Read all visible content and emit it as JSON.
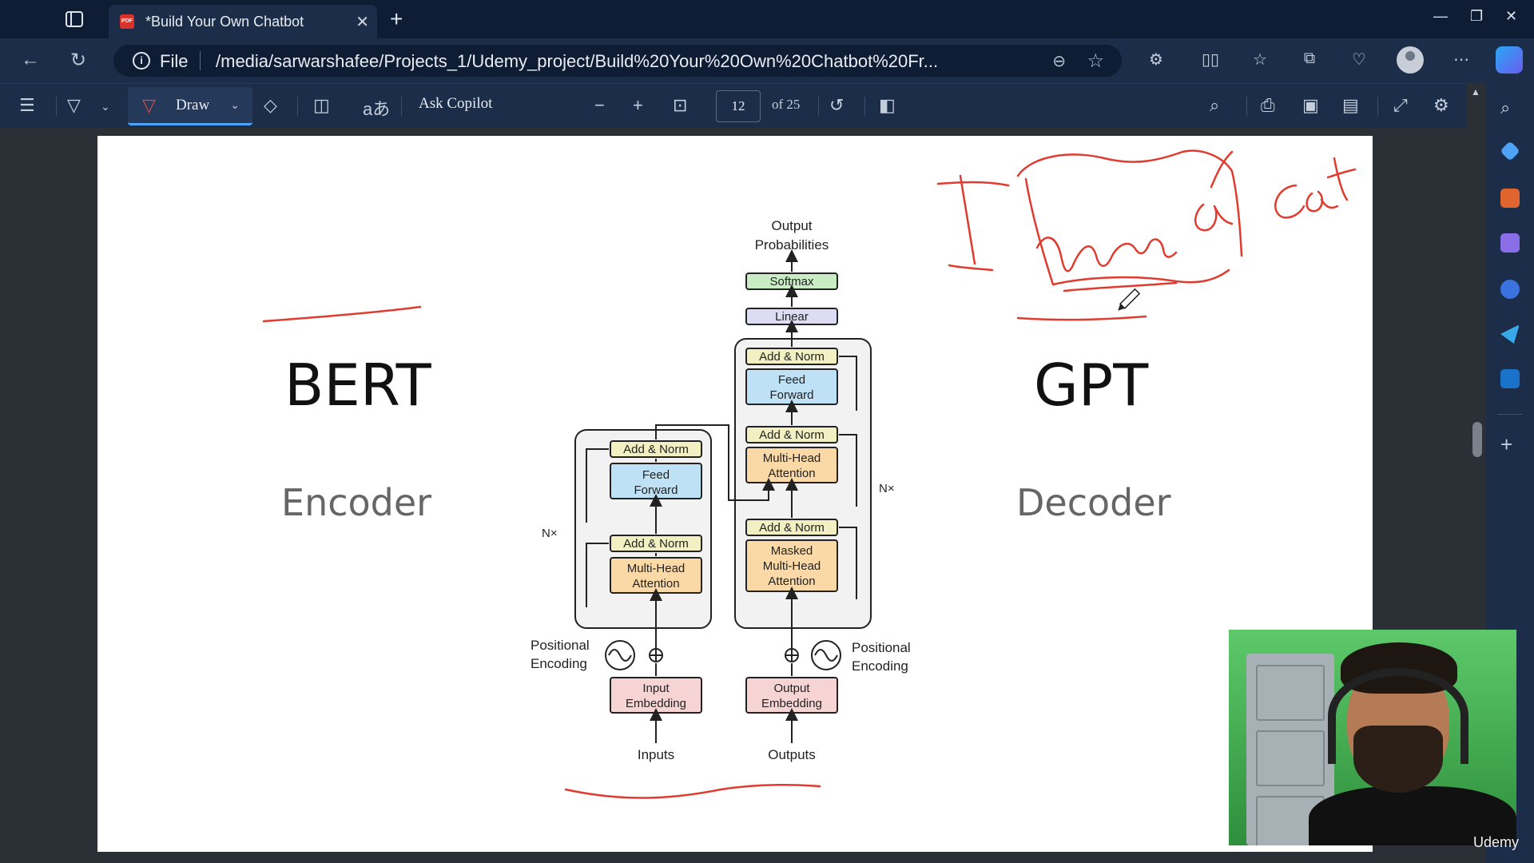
{
  "browser": {
    "tab_title": "*Build Your Own Chatbot",
    "tab_icon": "pdf-icon",
    "address_scheme": "File",
    "address_path": "/media/sarwarshafee/Projects_1/Udemy_project/Build%20Your%20Own%20Chatbot%20Fr..."
  },
  "pdf_toolbar": {
    "draw_label": "Draw",
    "ask_copilot_label": "Ask Copilot",
    "page_current": "12",
    "page_total": "of 25",
    "accent_color": "#4ea3f7",
    "pen_color": "#e04a3f"
  },
  "slide": {
    "left_title": "BERT",
    "left_subtitle": "Encoder",
    "right_title": "GPT",
    "right_subtitle": "Decoder",
    "annotation_ink_color": "#e03b2e"
  },
  "diagram": {
    "output_probabilities": "Output",
    "output_probabilities_2": "Probabilities",
    "softmax": "Softmax",
    "linear": "Linear",
    "add_norm": "Add & Norm",
    "feed_forward_1": "Feed",
    "feed_forward_2": "Forward",
    "mha_1": "Multi-Head",
    "mha_2": "Attention",
    "masked": "Masked",
    "nx": "N×",
    "positional_1": "Positional",
    "positional_2": "Encoding",
    "input_emb_1": "Input",
    "input_emb_2": "Embedding",
    "output_emb_1": "Output",
    "output_emb_2": "Embedding",
    "inputs": "Inputs",
    "outputs": "Outputs"
  },
  "watermark": "Udemy"
}
